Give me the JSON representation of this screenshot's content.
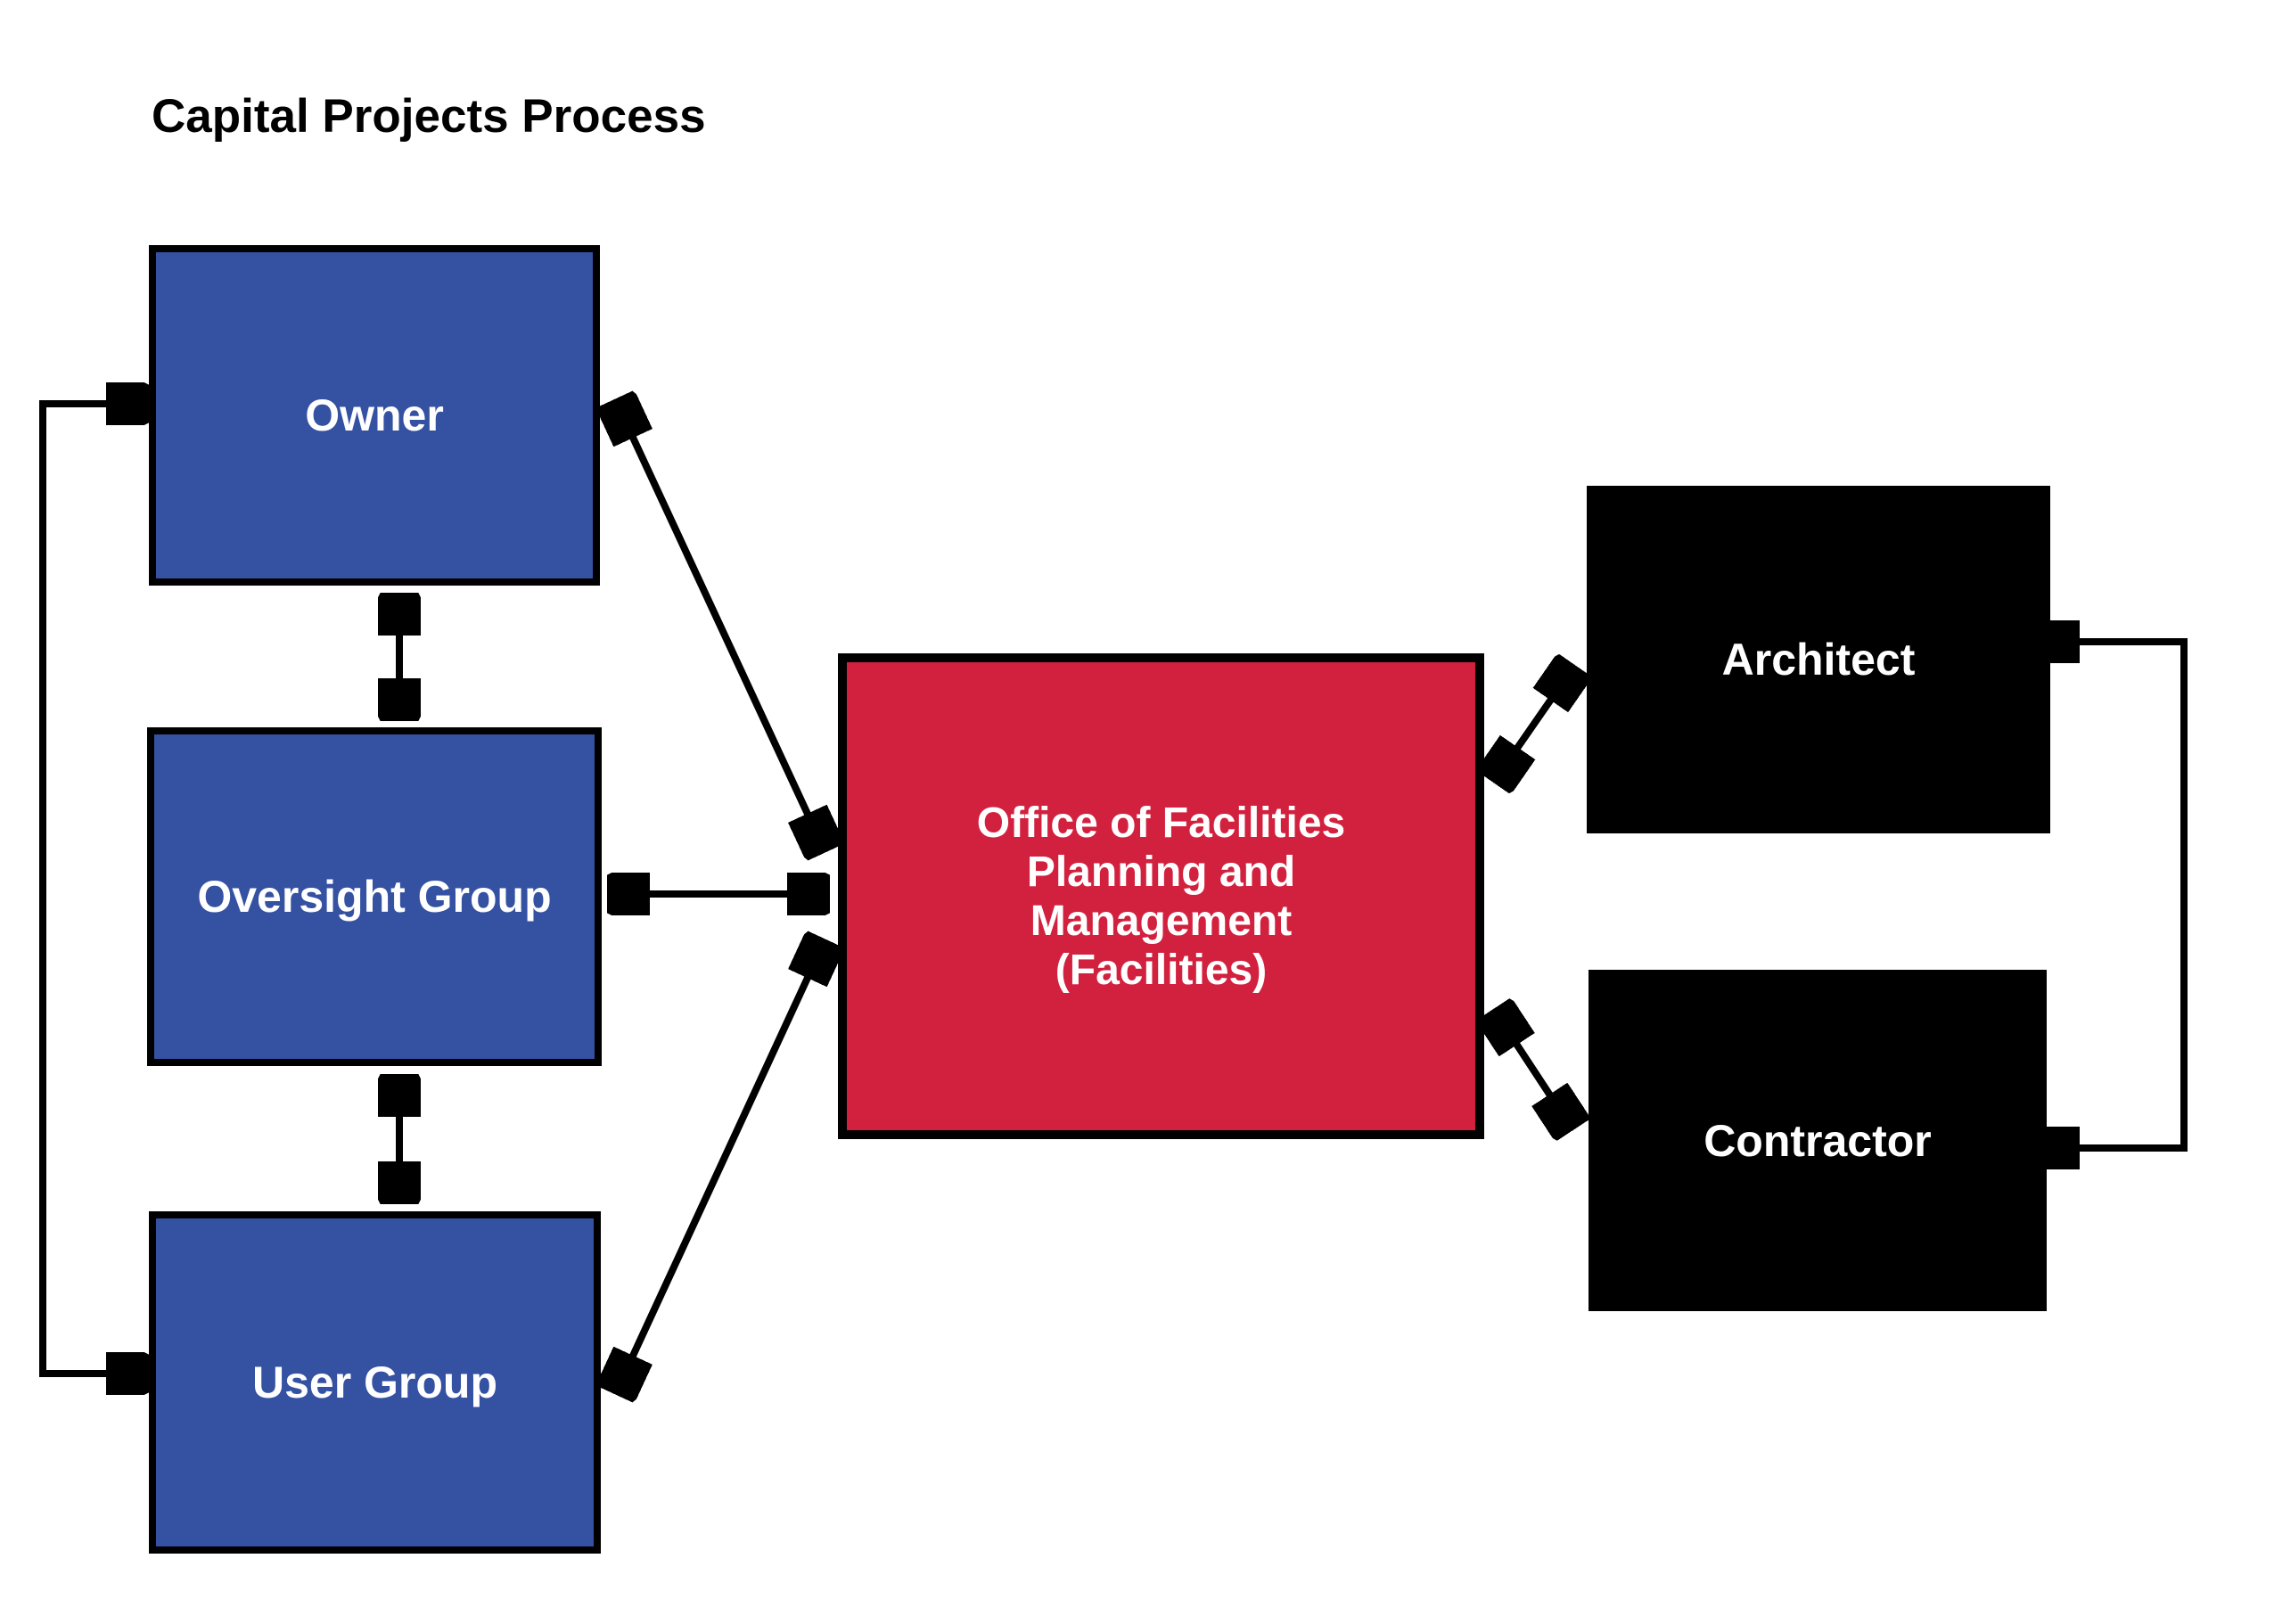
{
  "title": "Capital Projects Process",
  "colors": {
    "node_blue": "#3451A2",
    "node_red": "#D2213E",
    "node_black": "#000000",
    "label_text": "#FFFFFF",
    "title_text": "#000000",
    "connector": "#000000"
  },
  "nodes": {
    "owner": {
      "label": "Owner"
    },
    "oversight": {
      "label": "Oversight Group"
    },
    "user_group": {
      "label": "User Group"
    },
    "facilities": {
      "label": "Office of Facilities\nPlanning and\nManagement\n(Facilities)"
    },
    "architect": {
      "label": "Architect"
    },
    "contractor": {
      "label": "Contractor"
    }
  },
  "connections": [
    {
      "from": "owner",
      "to": "oversight",
      "type": "double-arrow-vertical"
    },
    {
      "from": "oversight",
      "to": "user_group",
      "type": "double-arrow-vertical"
    },
    {
      "from": "owner",
      "to": "facilities",
      "type": "double-arrow-diagonal"
    },
    {
      "from": "oversight",
      "to": "facilities",
      "type": "double-arrow-horizontal"
    },
    {
      "from": "user_group",
      "to": "facilities",
      "type": "double-arrow-diagonal"
    },
    {
      "from": "facilities",
      "to": "architect",
      "type": "double-arrow-diagonal"
    },
    {
      "from": "facilities",
      "to": "contractor",
      "type": "double-arrow-diagonal"
    },
    {
      "from": "left-routing",
      "to": "owner & user_group",
      "type": "bracket-arrows-into-boxes"
    },
    {
      "from": "right-routing",
      "to": "architect & contractor",
      "type": "bracket-arrows-into-boxes"
    }
  ]
}
